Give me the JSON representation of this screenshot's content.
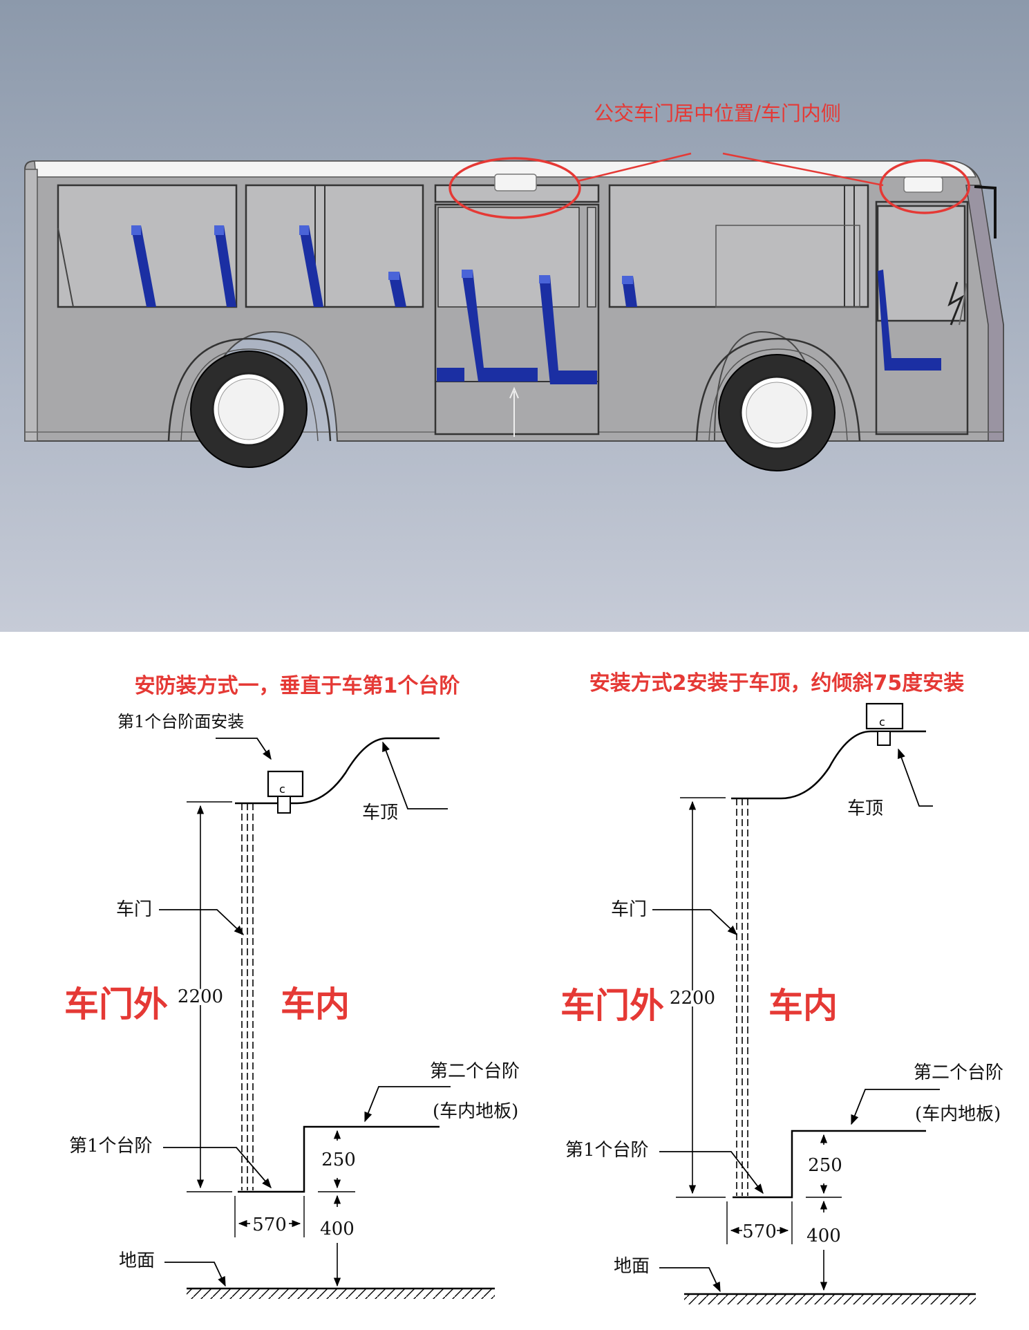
{
  "bus_panel": {
    "callout_label": "公交车门居中位置/车门内侧",
    "colors": {
      "callout": "#e53935",
      "body": "#a7a7a9",
      "seat": "#1b2fa3",
      "sky_top": "#8c99ab",
      "sky_bottom": "#c5cad6"
    }
  },
  "method_one": {
    "title": "安防装方式一，垂直于车第1个台阶",
    "mount_note": "第1个台阶面安装",
    "roof_label": "车顶",
    "door_label": "车门",
    "outside_label": "车门外",
    "inside_label": "车内",
    "height_dim": "2200",
    "step2_label": "第二个台阶",
    "step2_sub": "(车内地板)",
    "step1_label": "第1个台阶",
    "rise_dim": "250",
    "step_depth_dim": "570",
    "ground_dim": "400",
    "ground_label": "地面"
  },
  "method_two": {
    "title": "安装方式2安装于车顶，约倾斜75度安装",
    "roof_label": "车顶",
    "door_label": "车门",
    "outside_label": "车门外",
    "inside_label": "车内",
    "height_dim": "2200",
    "step2_label": "第二个台阶",
    "step2_sub": "(车内地板)",
    "step1_label": "第1个台阶",
    "rise_dim": "250",
    "step_depth_dim": "570",
    "ground_dim": "400",
    "ground_label": "地面"
  }
}
